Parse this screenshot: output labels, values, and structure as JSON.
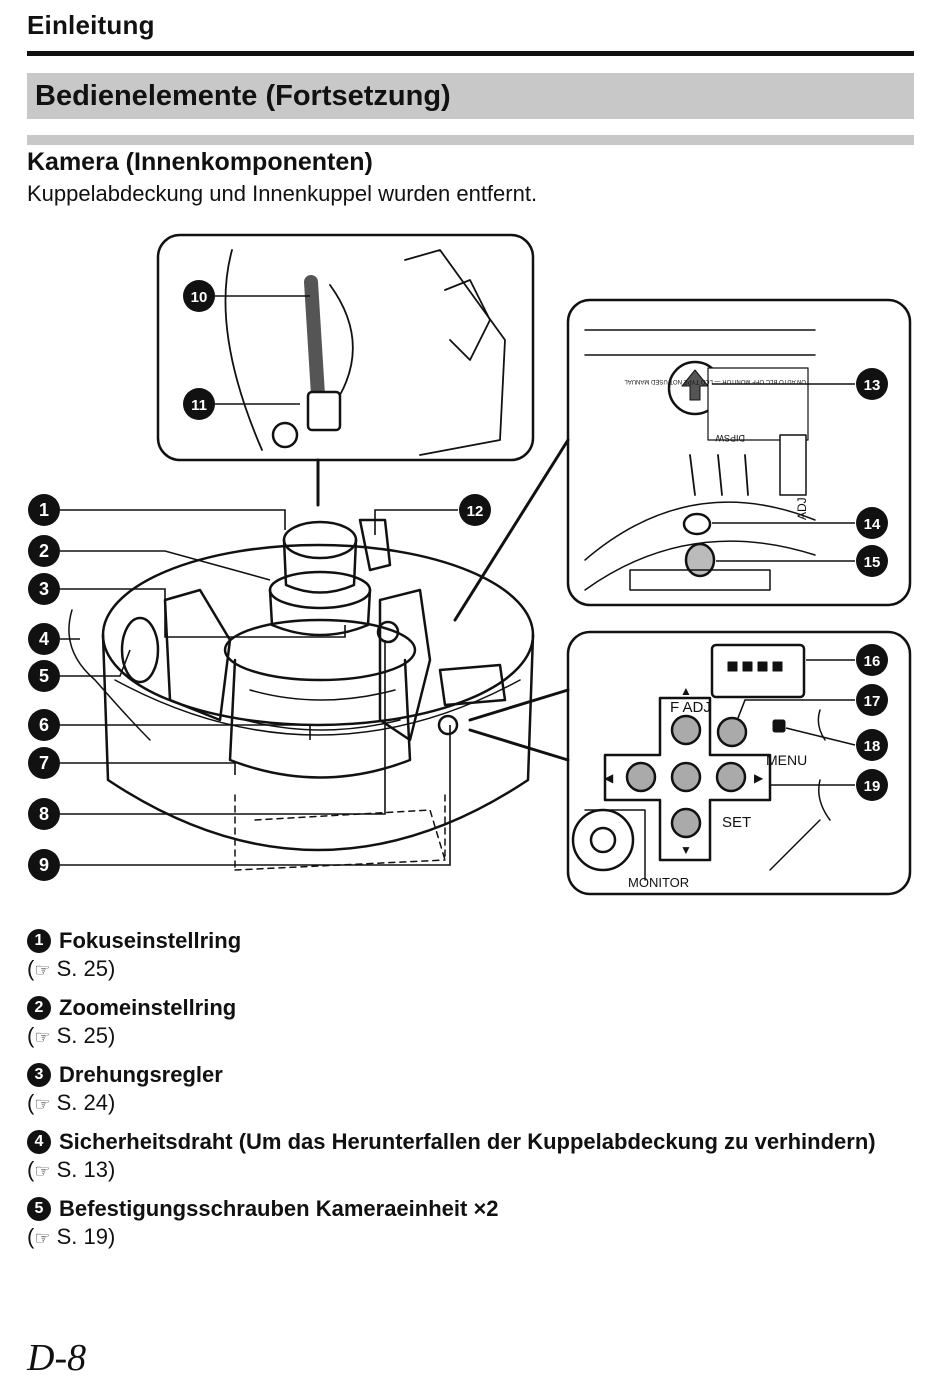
{
  "header": {
    "section": "Einleitung",
    "title": "Bedienelemente (Fortsetzung)"
  },
  "subsection": {
    "title": "Kamera (Innenkomponenten)",
    "description": "Kuppelabdeckung und Innenkuppel wurden entfernt."
  },
  "diagram": {
    "callouts": [
      "1",
      "2",
      "3",
      "4",
      "5",
      "6",
      "7",
      "8",
      "9",
      "10",
      "11",
      "12",
      "13",
      "14",
      "15",
      "16",
      "17",
      "18",
      "19"
    ],
    "panel_labels": {
      "f_adj": "F ADJ",
      "set": "SET",
      "menu": "MENU",
      "monitor": "MONITOR",
      "adj": "ADJ",
      "dipsw": "DIPSW",
      "switch_text": "ON AUTO  BLC OFF  MONITOR — LCD  TYPE NOT USED  MANUAL"
    }
  },
  "items": [
    {
      "num": "1",
      "label": "Fokuseinstellring",
      "ref_symbol": "☞",
      "ref": "S. 25"
    },
    {
      "num": "2",
      "label": "Zoomeinstellring",
      "ref_symbol": "☞",
      "ref": "S. 25"
    },
    {
      "num": "3",
      "label": "Drehungsregler",
      "ref_symbol": "☞",
      "ref": "S. 24"
    },
    {
      "num": "4",
      "label": "Sicherheitsdraht (Um das Herunterfallen der Kuppelabdeckung zu verhindern)",
      "ref_symbol": "☞",
      "ref": "S. 13"
    },
    {
      "num": "5",
      "label": "Befestigungsschrauben Kameraeinheit ×2",
      "ref_symbol": "☞",
      "ref": "S. 19"
    }
  ],
  "footer": {
    "page_number": "D-8"
  }
}
